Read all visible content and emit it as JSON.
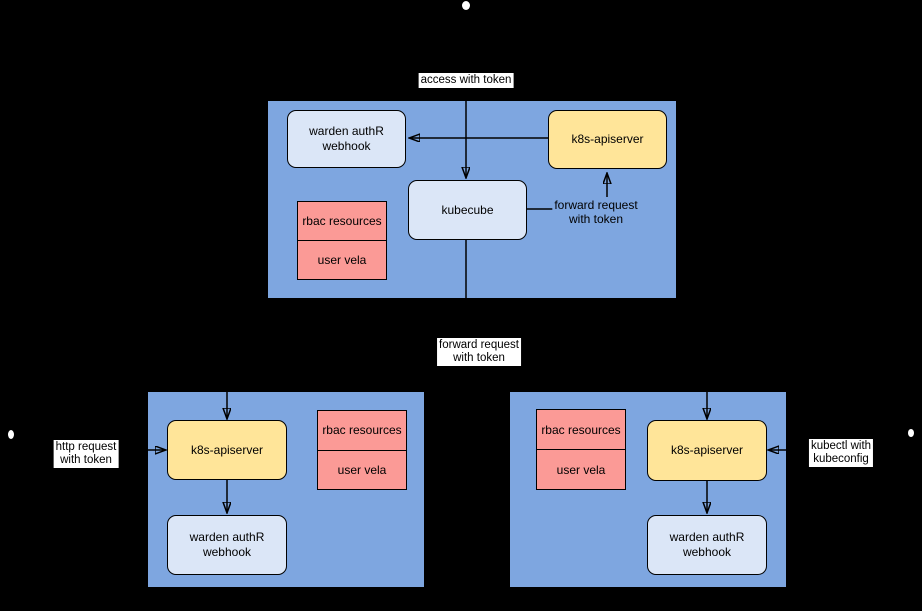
{
  "colors": {
    "background": "#000000",
    "cluster_fill": "#7EA6E0",
    "node_light_blue": "#DBE6F7",
    "node_yellow": "#FFE599",
    "node_red": "#FB9A96",
    "border": "#000000",
    "edge_label_bg": "#FFFFFF",
    "text": "#000000"
  },
  "edge_labels": {
    "access": "access with token",
    "forward_mid": "forward request\nwith token",
    "forward_top": "forward request\nwith token",
    "http_left": "http request\nwith token",
    "kubectl_right": "kubectl with\nkubeconfig"
  },
  "top_cluster": {
    "warden": "warden authR webhook",
    "apiserver": "k8s-apiserver",
    "kubecube": "kubecube",
    "rbac": "rbac resources",
    "user": "user vela"
  },
  "left_cluster": {
    "apiserver": "k8s-apiserver",
    "warden": "warden authR webhook",
    "rbac": "rbac resources",
    "user": "user vela"
  },
  "right_cluster": {
    "apiserver": "k8s-apiserver",
    "warden": "warden authR webhook",
    "rbac": "rbac resources",
    "user": "user vela"
  }
}
